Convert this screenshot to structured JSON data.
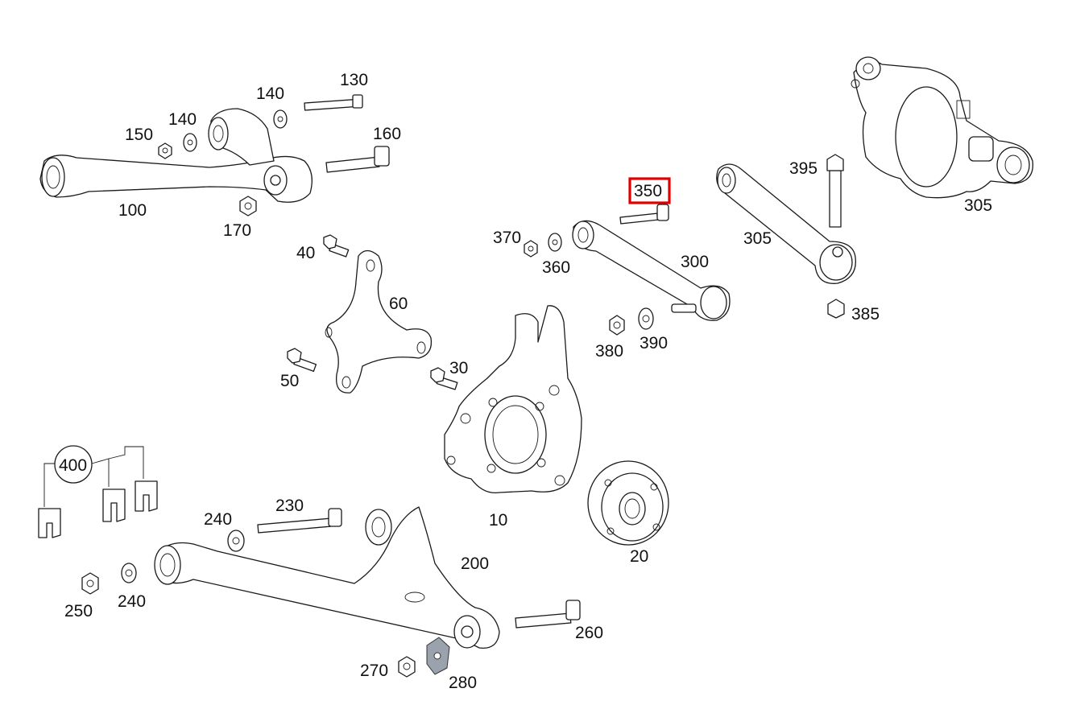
{
  "labels": {
    "p10": "10",
    "p20": "20",
    "p30": "30",
    "p40": "40",
    "p50": "50",
    "p60": "60",
    "p100": "100",
    "p130": "130",
    "p140a": "140",
    "p140b": "140",
    "p150": "150",
    "p160": "160",
    "p170": "170",
    "p200": "200",
    "p230": "230",
    "p240a": "240",
    "p240b": "240",
    "p250": "250",
    "p260": "260",
    "p270": "270",
    "p280": "280",
    "p300": "300",
    "p305a": "305",
    "p305b": "305",
    "p350": "350",
    "p360": "360",
    "p370": "370",
    "p380": "380",
    "p385": "385",
    "p390": "390",
    "p395": "395",
    "p400": "400"
  },
  "colors": {
    "highlight": "#e00000",
    "line": "#1a1a1a",
    "washer_gray": "#9aa3ad"
  }
}
